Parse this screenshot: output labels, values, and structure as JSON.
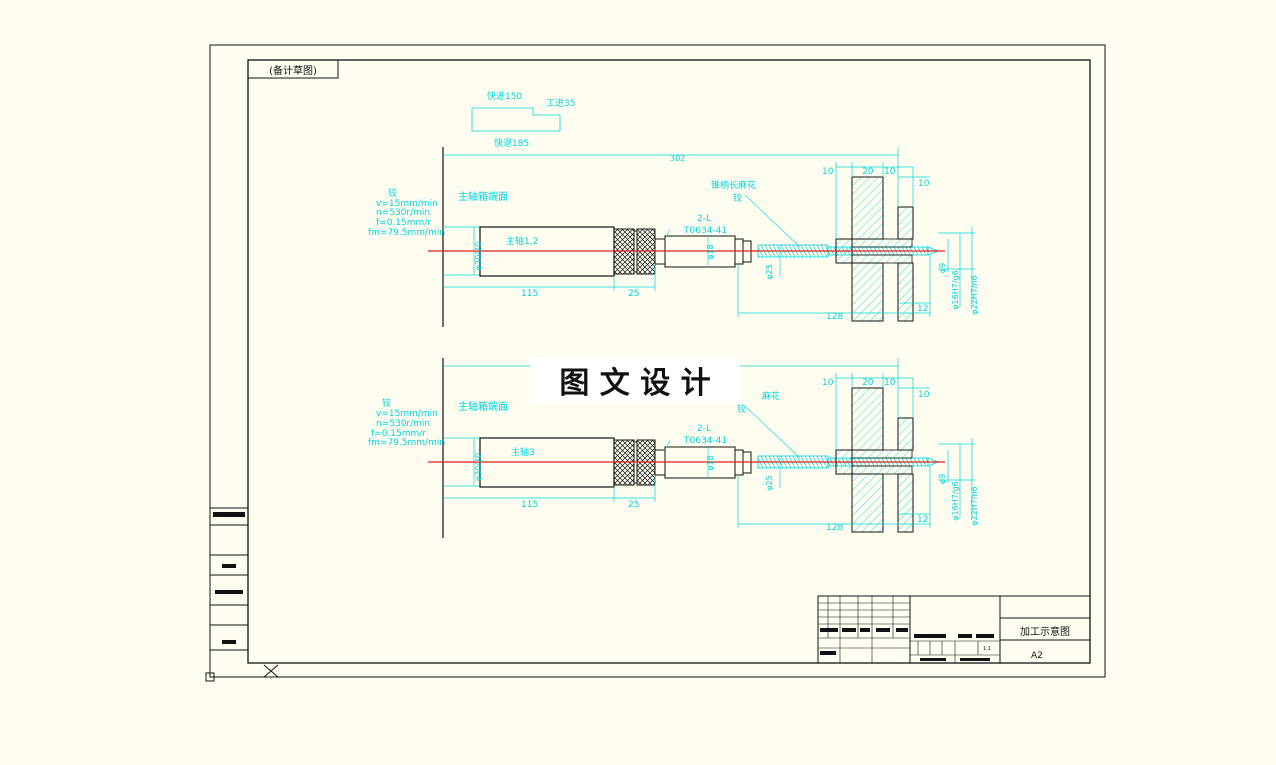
{
  "tag": {
    "text": "(备计草图)"
  },
  "cycle": {
    "fast_in": "快进150",
    "work_in": "工进35",
    "fast_out": "快退185"
  },
  "overall_dim": "302",
  "watermark": {
    "text": "图 文 设 计"
  },
  "stations": [
    {
      "tool": "铰",
      "v": "v=15mm/min",
      "n": "n=530r/min",
      "f": "f=0.15mm/r",
      "fm": "fm=79.5mm/min",
      "spindle_face": "主轴箱端面",
      "spindle_label": "主轴1,2",
      "phi_d": "φ30/20",
      "adapter": "2-L",
      "code": "T0634-41",
      "phi_small": "φ18",
      "dim_115": "115",
      "dim_25": "25",
      "dim_128": "128",
      "dim_12": "12",
      "d1": "10",
      "d2": "20",
      "d3": "10",
      "d4": "10",
      "fit1": "φ16H7/g6",
      "fit2": "φ22H7/n6",
      "phi_end": "φ9",
      "callout1": "锥柄长麻花",
      "callout2": "铰",
      "label_left": "φ25"
    },
    {
      "tool": "铰",
      "v": "v=15mm/min",
      "n": "n=530r/min",
      "f": "f=0.15mm/r",
      "fm": "fm=79.5mm/min",
      "spindle_face": "主轴箱端面",
      "spindle_label": "主轴3",
      "phi_d": "φ30/20",
      "adapter": "2-L",
      "code": "T0634-41",
      "phi_small": "φ18",
      "dim_115": "115",
      "dim_25": "25",
      "dim_128": "128",
      "dim_12": "12",
      "d1": "10",
      "d2": "20",
      "d3": "10",
      "d4": "10",
      "fit1": "φ16H7/g6",
      "fit2": "φ22H7/n6",
      "phi_end": "φ9",
      "callout1": "麻花",
      "callout2": "铰",
      "label_left": "φ25"
    }
  ],
  "title_block": {
    "name": "加工示意图",
    "sheet": "A2",
    "scale": "1:1"
  }
}
